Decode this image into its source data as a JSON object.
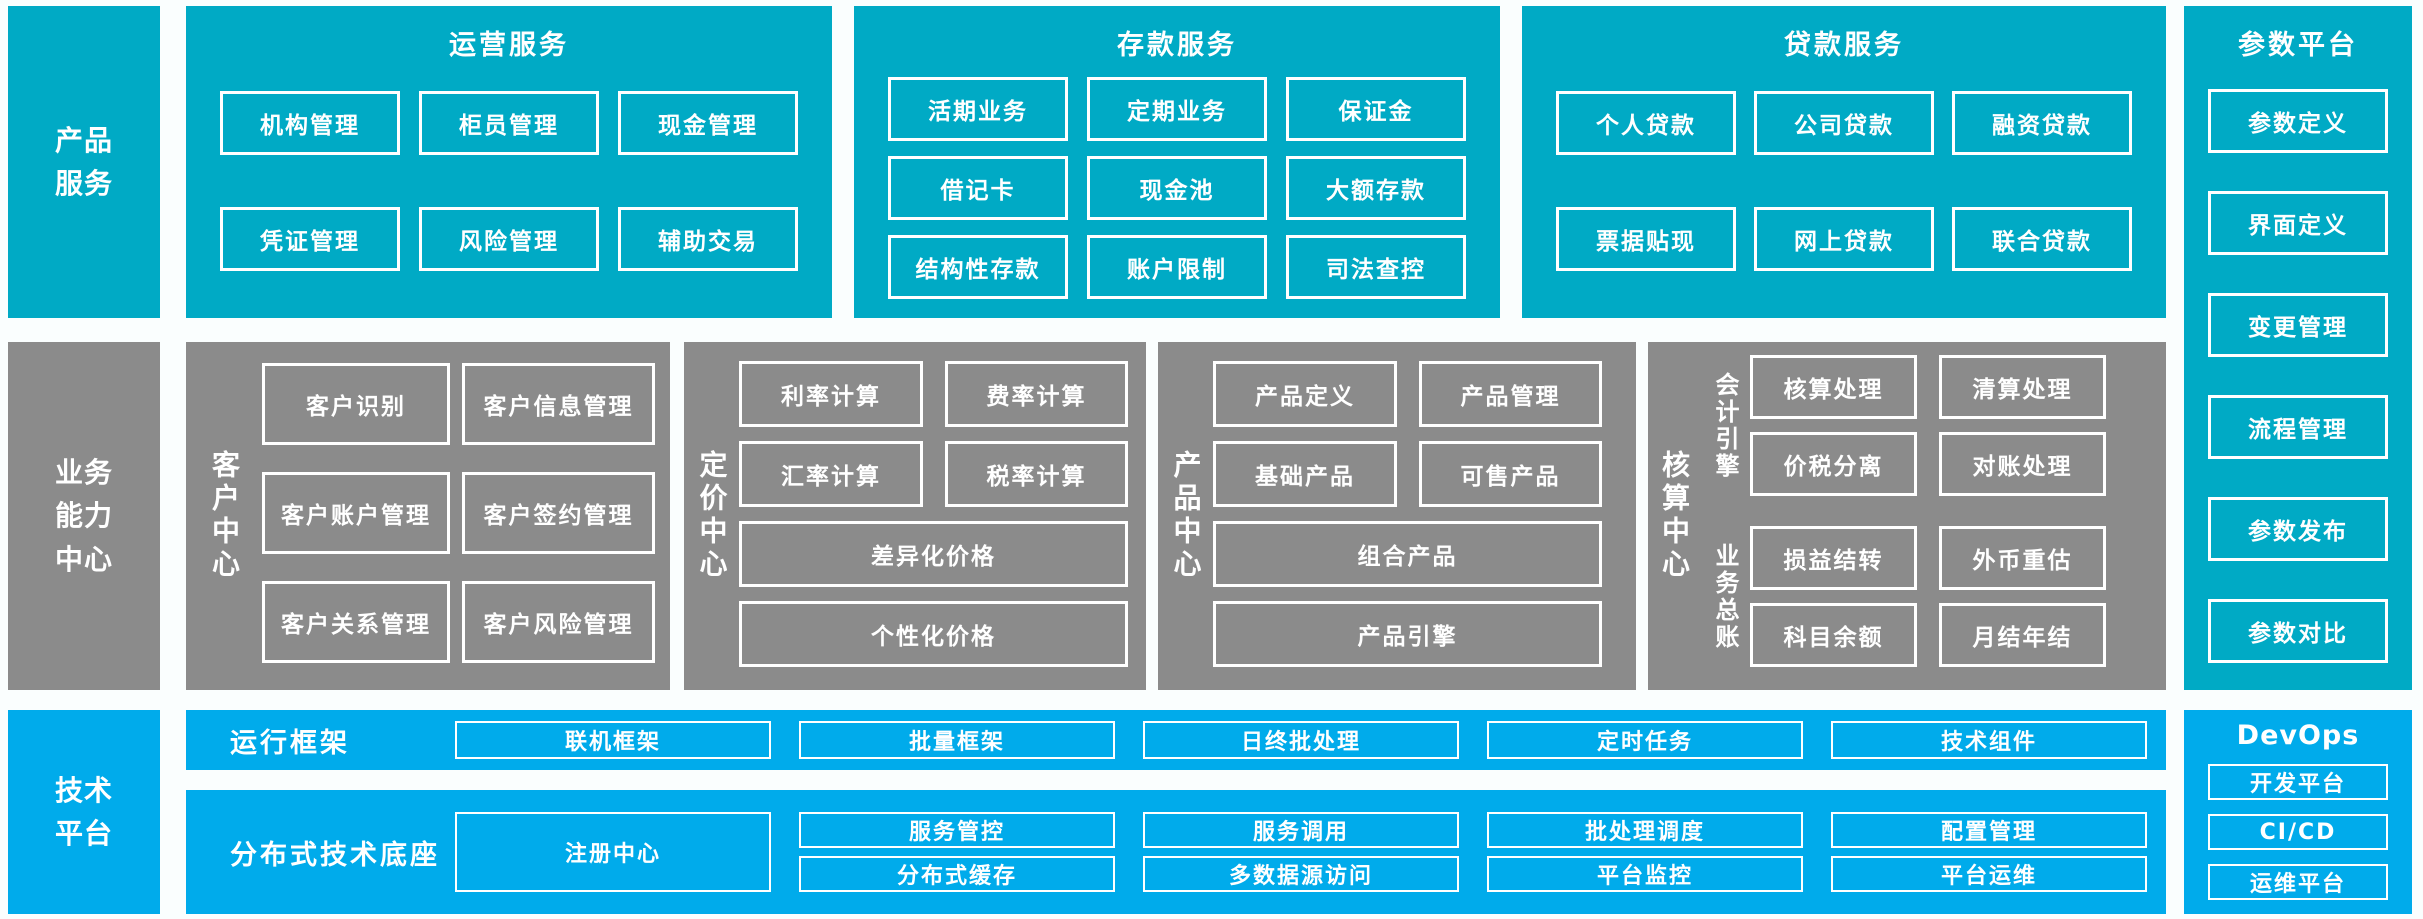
{
  "colors": {
    "teal": "#00AAC5",
    "gray": "#8B8B8B",
    "blue": "#00ABEB",
    "background": "#FAFEFE",
    "box_border": "#FFFFFF",
    "text": "#FFFFFF"
  },
  "rails": {
    "product_services": "产品服务",
    "business_capability": "业务能力中心",
    "technology_platform": "技术平台"
  },
  "top_band": {
    "operations": {
      "title": "运营服务",
      "items": [
        "机构管理",
        "柜员管理",
        "现金管理",
        "凭证管理",
        "风险管理",
        "辅助交易"
      ]
    },
    "deposit": {
      "title": "存款服务",
      "items": [
        "活期业务",
        "定期业务",
        "保证金",
        "借记卡",
        "现金池",
        "大额存款",
        "结构性存款",
        "账户限制",
        "司法查控"
      ]
    },
    "loan": {
      "title": "贷款服务",
      "items": [
        "个人贷款",
        "公司贷款",
        "融资贷款",
        "票据贴现",
        "网上贷款",
        "联合贷款"
      ]
    }
  },
  "parameter_platform": {
    "title": "参数平台",
    "items": [
      "参数定义",
      "界面定义",
      "变更管理",
      "流程管理",
      "参数发布",
      "参数对比"
    ]
  },
  "middle_band": {
    "customer_center": {
      "label": "客户中心",
      "items": [
        "客户识别",
        "客户信息管理",
        "客户账户管理",
        "客户签约管理",
        "客户关系管理",
        "客户风险管理"
      ]
    },
    "pricing_center": {
      "label": "定价中心",
      "items": [
        "利率计算",
        "费率计算",
        "汇率计算",
        "税率计算"
      ],
      "wide_items": [
        "差异化价格",
        "个性化价格"
      ]
    },
    "product_center": {
      "label": "产品中心",
      "items": [
        "产品定义",
        "产品管理",
        "基础产品",
        "可售产品"
      ],
      "wide_items": [
        "组合产品",
        "产品引擎"
      ]
    },
    "accounting_center": {
      "label": "核算中心",
      "groups": [
        {
          "label": "会计引擎",
          "items": [
            "核算处理",
            "清算处理",
            "价税分离",
            "对账处理"
          ]
        },
        {
          "label": "业务总账",
          "items": [
            "损益结转",
            "外币重估",
            "科目余额",
            "月结年结"
          ]
        }
      ]
    }
  },
  "bottom_band": {
    "runtime_framework": {
      "label": "运行框架",
      "items": [
        "联机框架",
        "批量框架",
        "日终批处理",
        "定时任务",
        "技术组件"
      ]
    },
    "distributed_base": {
      "label": "分布式技术底座",
      "registry": "注册中心",
      "columns": [
        [
          "服务管控",
          "分布式缓存"
        ],
        [
          "服务调用",
          "多数据源访问"
        ],
        [
          "批处理调度",
          "平台监控"
        ],
        [
          "配置管理",
          "平台运维"
        ]
      ]
    },
    "devops": {
      "title": "DevOps",
      "items": [
        "开发平台",
        "CI/CD",
        "运维平台"
      ]
    }
  }
}
